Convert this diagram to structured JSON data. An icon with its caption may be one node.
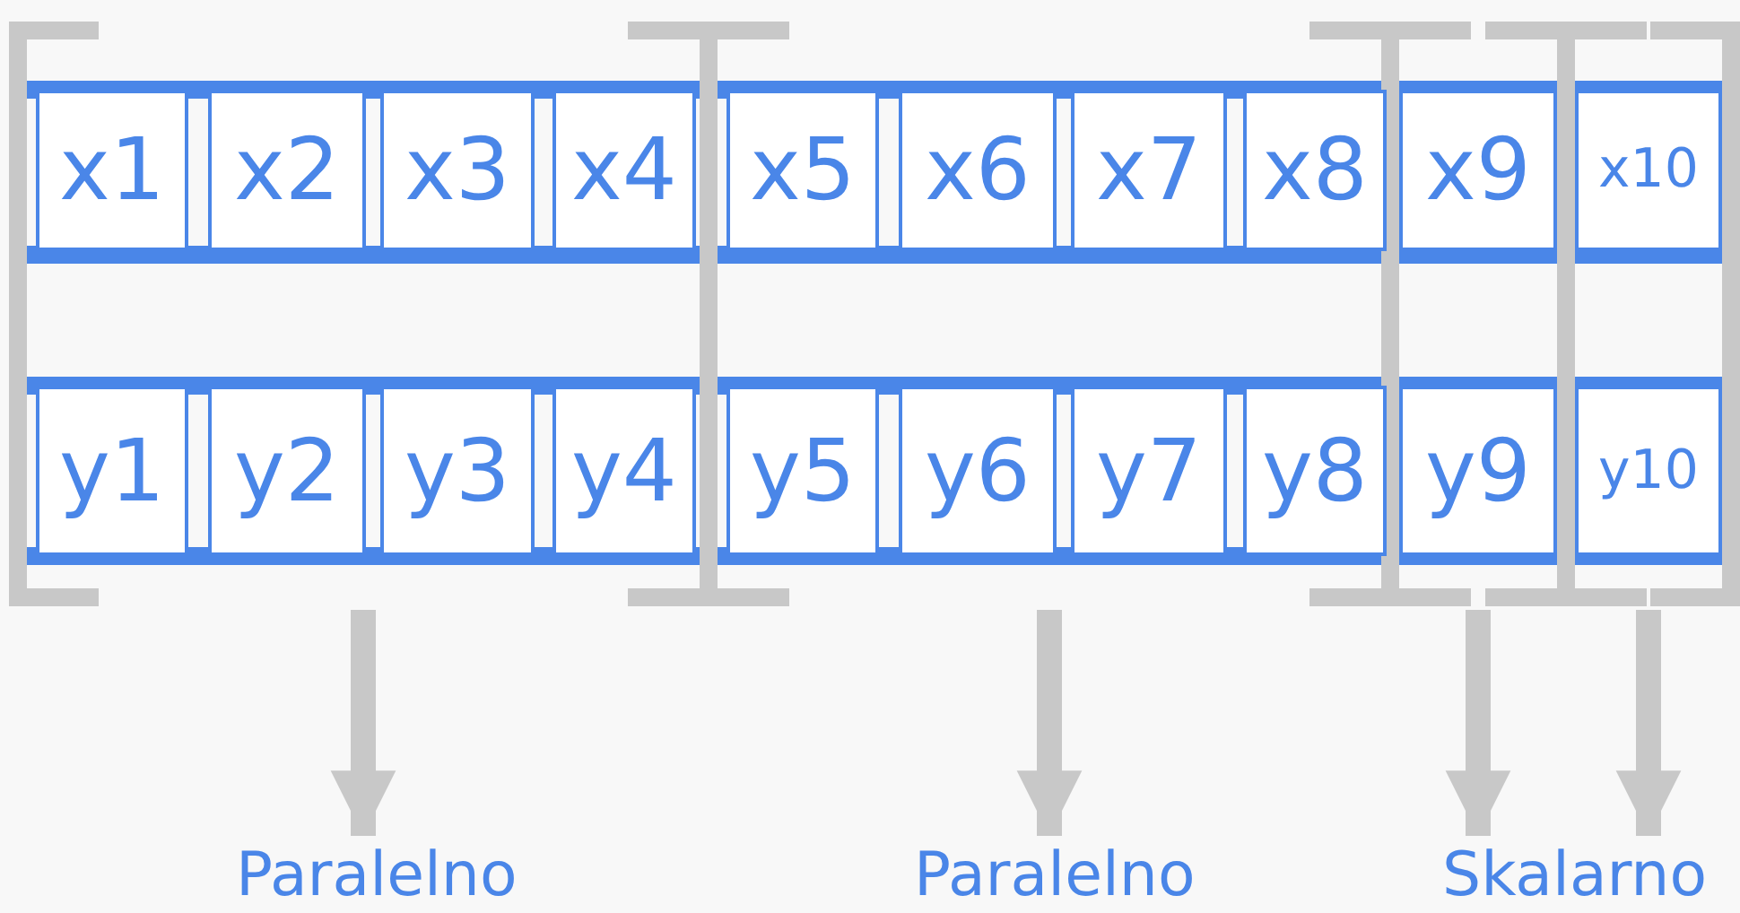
{
  "diagram": {
    "nodes": [
      {
        "text": [],
        "shape": "bracket"
      },
      {
        "text": [],
        "shape": "bracket"
      },
      {
        "text": [],
        "shape": "bracket"
      },
      {
        "text": [],
        "shape": "bracket"
      },
      {
        "text": [
          "x1"
        ],
        "in": 0
      },
      {
        "text": [
          "x2"
        ],
        "in": 0
      },
      {
        "text": [
          "x3"
        ],
        "in": 0
      },
      {
        "text": [
          "x4"
        ],
        "in": 0
      },
      {
        "text": [
          "x5"
        ],
        "in": 1
      },
      {
        "text": [
          "x6"
        ],
        "in": 1
      },
      {
        "text": [
          "x7"
        ],
        "in": 1
      },
      {
        "text": [
          "x8"
        ],
        "in": 1
      },
      {
        "text": [
          "x9"
        ],
        "in": 2
      },
      {
        "text": [
          "x10"
        ],
        "in": 3
      },
      {
        "text": [
          "y1"
        ],
        "in": 0
      },
      {
        "text": [
          "y2"
        ],
        "in": 0
      },
      {
        "text": [
          "y3"
        ],
        "in": 0
      },
      {
        "text": [
          "y4"
        ],
        "in": 0
      },
      {
        "text": [
          "y5"
        ],
        "in": 1
      },
      {
        "text": [
          "y6"
        ],
        "in": 1
      },
      {
        "text": [
          "y7"
        ],
        "in": 1
      },
      {
        "text": [
          "y8"
        ],
        "in": 1
      },
      {
        "text": [
          "y9"
        ],
        "in": 2
      },
      {
        "text": [
          "y10"
        ],
        "in": 3
      },
      {
        "text": [
          "Paralelno"
        ]
      },
      {
        "text": [
          "Paralelno"
        ]
      },
      {
        "text": [
          "Skalarno"
        ]
      }
    ],
    "edges": [
      {
        "from": 0,
        "to": 24,
        "arrow": "to"
      },
      {
        "from": 1,
        "to": 25,
        "arrow": "to"
      },
      {
        "from": 2,
        "to": 26,
        "arrow": "to"
      },
      {
        "from": 3,
        "to": 26,
        "arrow": "to"
      }
    ]
  }
}
